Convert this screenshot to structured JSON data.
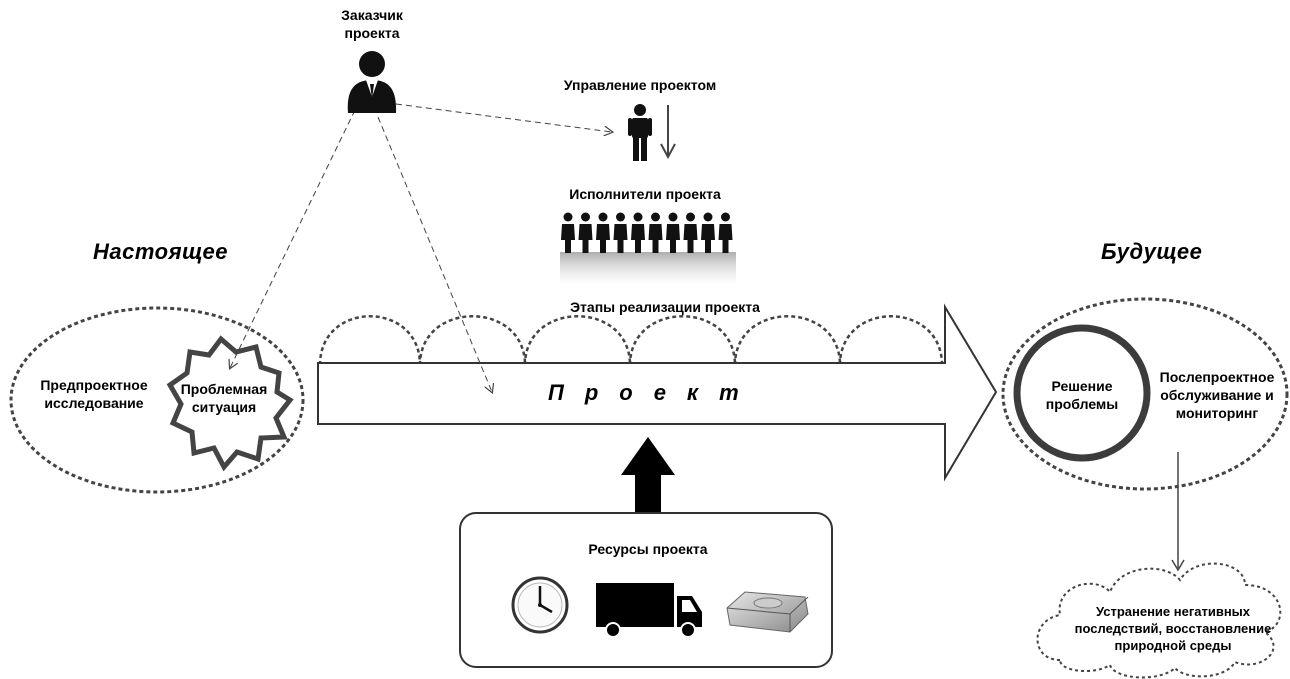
{
  "labels": {
    "customer": "Заказчик\nпроекта",
    "management": "Управление проектом",
    "executors": "Исполнители проекта",
    "present": "Настоящее",
    "future": "Будущее",
    "stages": "Этапы реализации проекта",
    "pre_research": "Предпроектное\nисследование",
    "problem": "Проблемная\nситуация",
    "project": "Проект",
    "solution": "Решение\nпроблемы",
    "post_project": "Послепроектное\nобслуживание и\nмониторинг",
    "resources": "Ресурсы проекта",
    "elimination": "Устранение негативных\nпоследствий, восстановление\nприродной среды"
  },
  "icons": [
    "customer-person-icon",
    "manager-person-icon",
    "team-people-icon",
    "clock-icon",
    "truck-icon",
    "money-icon"
  ],
  "colors": {
    "stroke": "#333333",
    "fill_dark": "#111111"
  }
}
